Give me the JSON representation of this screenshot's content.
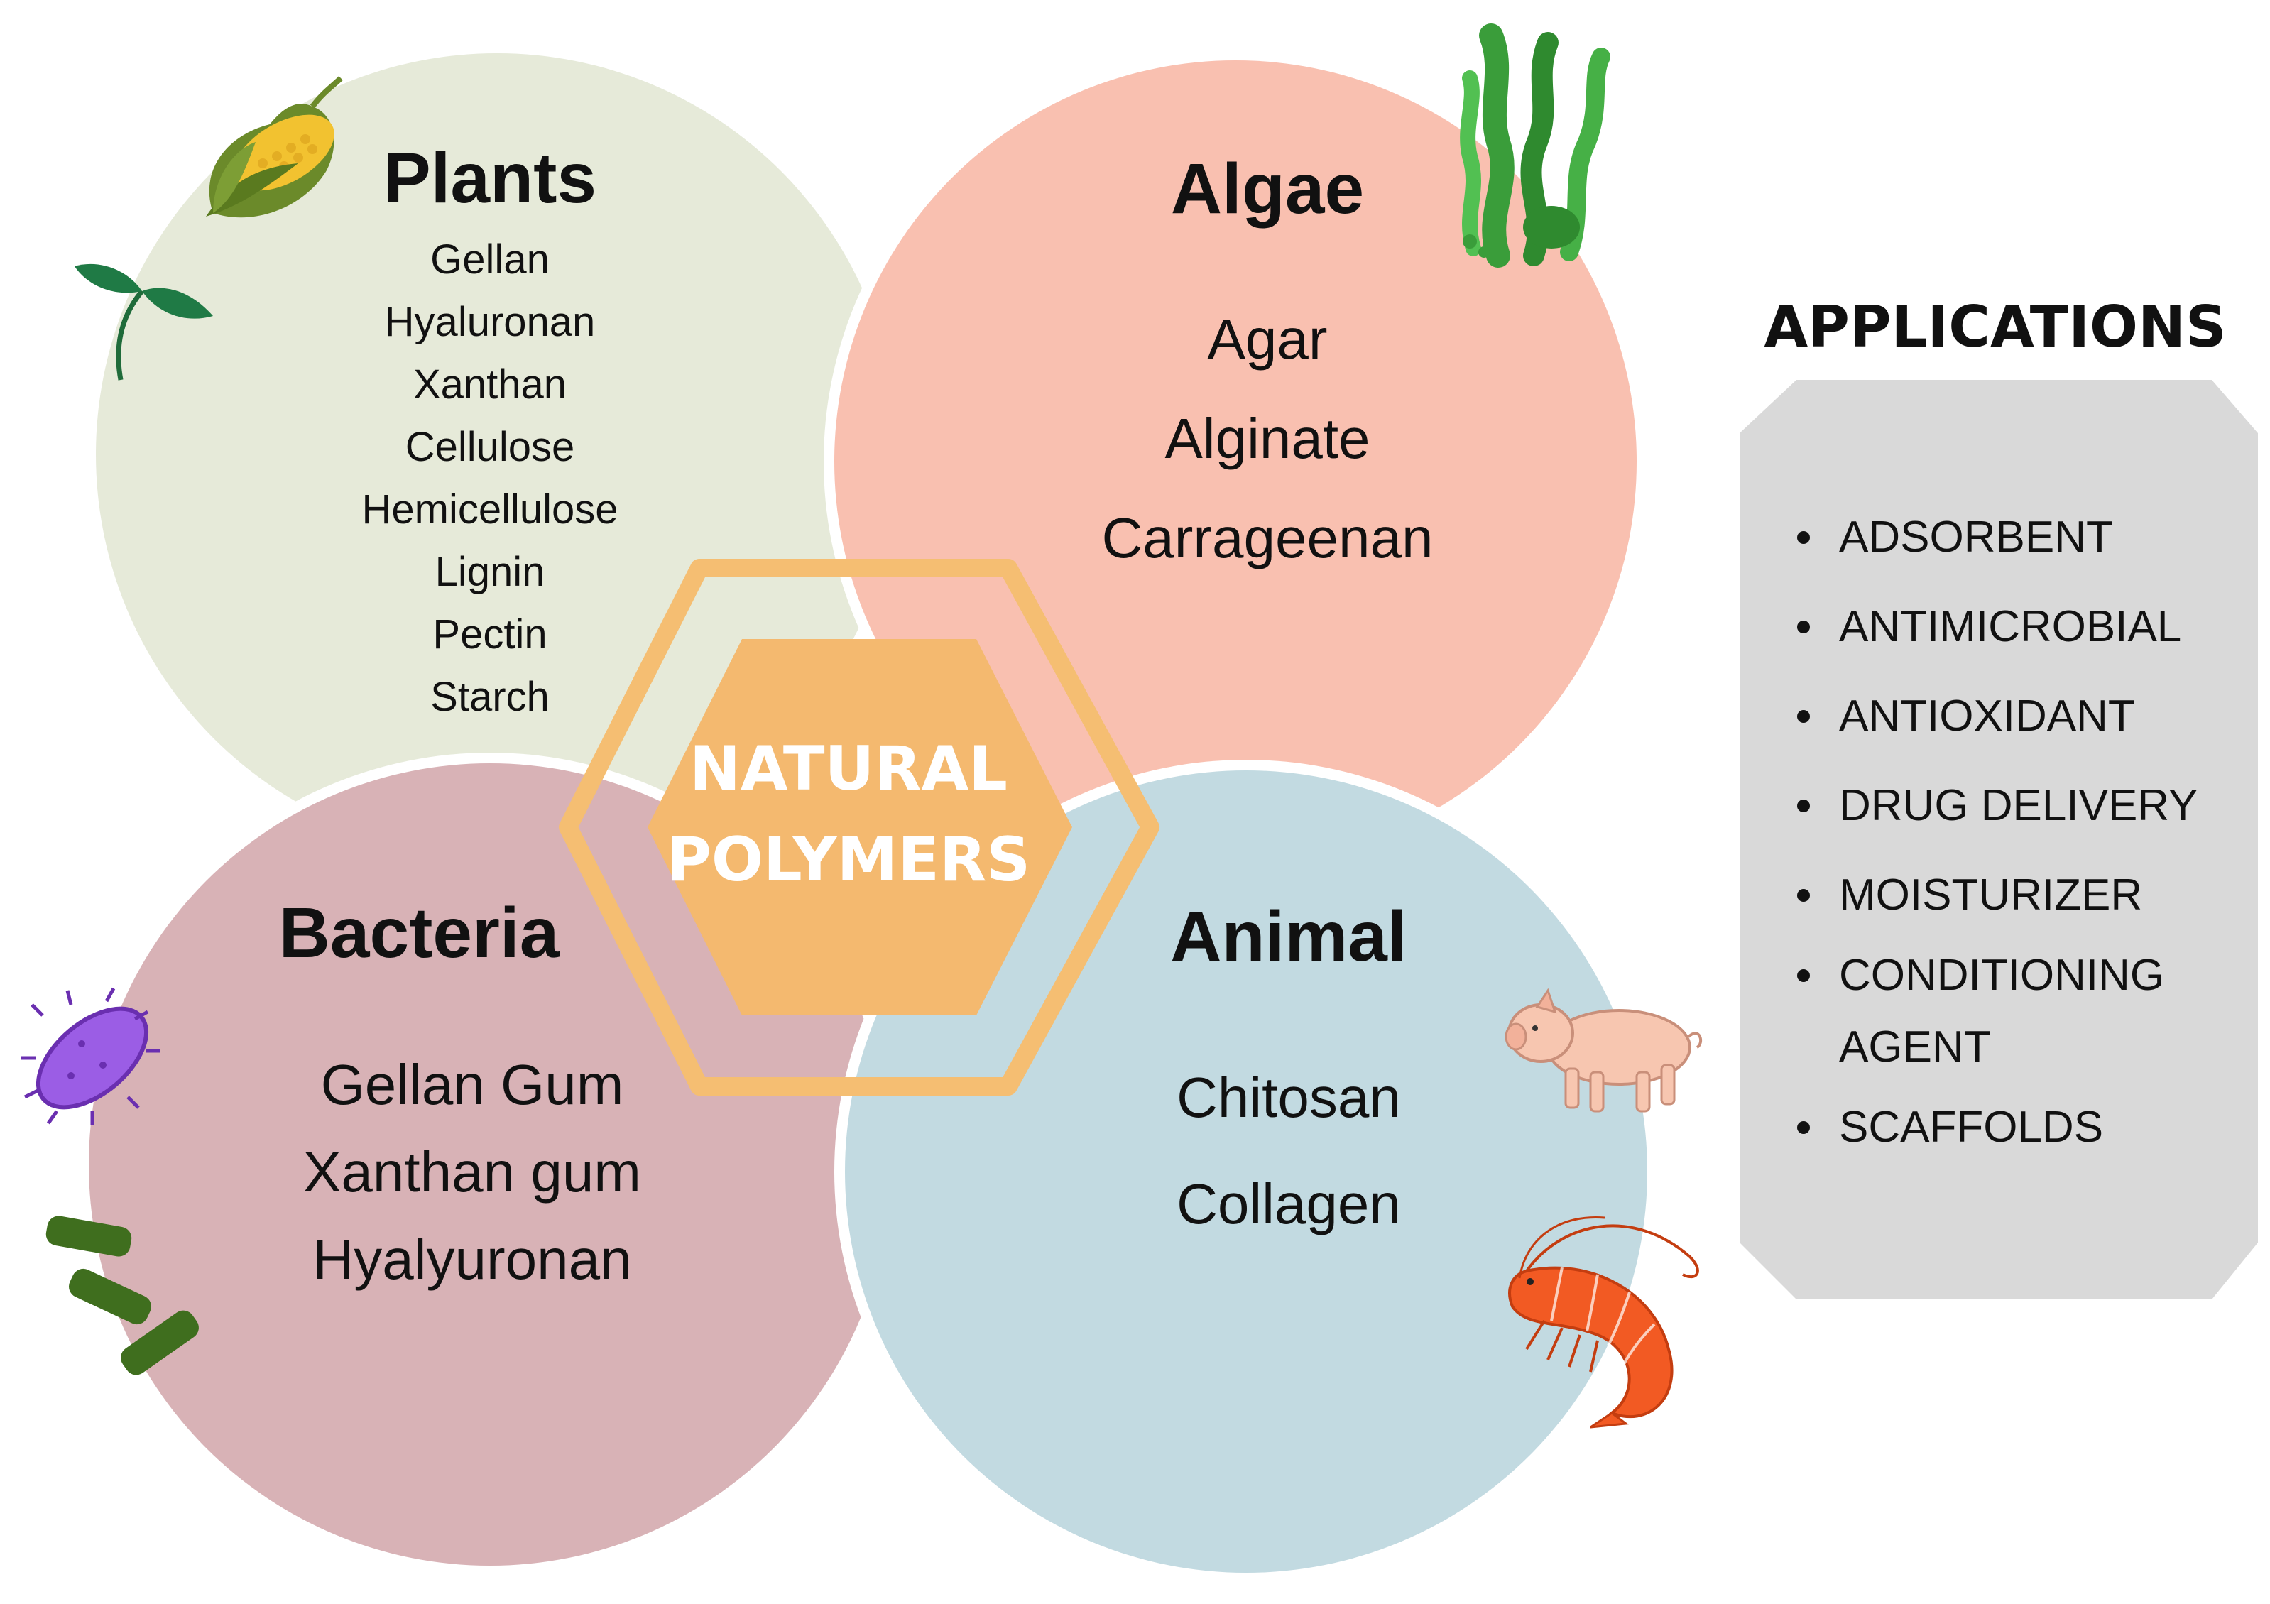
{
  "center": {
    "line1": "NATURAL",
    "line2": "POLYMERS"
  },
  "plants": {
    "title": "Plants",
    "items": [
      "Gellan",
      "Hyaluronan",
      "Xanthan",
      "Cellulose",
      "Hemicellulose",
      "Lignin",
      "Pectin",
      "Starch"
    ]
  },
  "algae": {
    "title": "Algae",
    "items": [
      "Agar",
      "Alginate",
      "Carrageenan"
    ]
  },
  "bacteria": {
    "title": "Bacteria",
    "items": [
      "Gellan Gum",
      "Xanthan gum",
      "Hyalyuronan"
    ]
  },
  "animal": {
    "title": "Animal",
    "items": [
      "Chitosan",
      "Collagen"
    ]
  },
  "applications": {
    "title": "APPLICATIONS",
    "items": [
      "ADSORBENT",
      "ANTIMICROBIAL",
      "ANTIOXIDANT",
      "DRUG DELIVERY",
      "MOISTURIZER",
      "CONDITIONING",
      "AGENT",
      "SCAFFOLDS"
    ]
  },
  "icons": [
    "corn-icon",
    "sprout-icon",
    "seaweed-icon",
    "bacterium-icon",
    "rod-bacteria-icon",
    "pig-icon",
    "shrimp-icon"
  ],
  "colors": {
    "plants": "#e6ead9",
    "algae": "#f9c0b0",
    "bacteria": "#d8b2b6",
    "animal": "#c2dae1",
    "hex_outer": "#f5be72",
    "hex_inner": "#f4b96f",
    "applications_panel": "#d9d9d9"
  }
}
